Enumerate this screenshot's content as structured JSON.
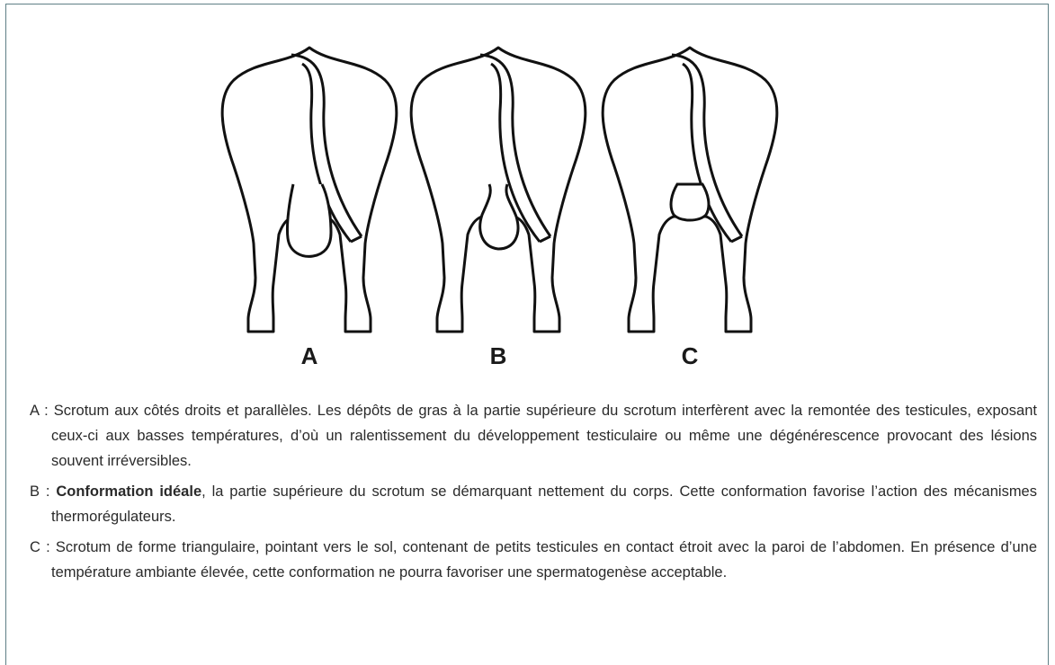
{
  "figure": {
    "panels": [
      {
        "letter": "A",
        "scrotum": "long-parallel"
      },
      {
        "letter": "B",
        "scrotum": "ideal-neck"
      },
      {
        "letter": "C",
        "scrotum": "small-triangular"
      }
    ]
  },
  "captions": [
    {
      "prefix": "A : ",
      "bold": "",
      "text": "Scrotum aux côtés droits et parallèles. Les  dépôts de gras à la partie supérieure du scrotum interfèrent avec la remontée des testicules, exposant ceux-ci aux basses températures, d’où un ralentissement du développement testiculaire ou même une dégénérescence provocant des lésions souvent irréversibles."
    },
    {
      "prefix": "B : ",
      "bold": "Conformation idéale",
      "text": ", la partie supérieure du scrotum se démarquant nettement du corps. Cette conformation favorise l’action des mécanismes thermorégulateurs."
    },
    {
      "prefix": "C : ",
      "bold": "",
      "text": "Scrotum de forme triangulaire, pointant vers le sol, contenant de petits testicules en contact étroit avec la  paroi de l’abdomen. En présence d’une température ambiante élevée, cette conformation  ne pourra favoriser une spermatogenèse acceptable."
    }
  ],
  "colors": {
    "border": "#5f7f86",
    "text": "#2a2a2a",
    "ink": "#111111"
  }
}
